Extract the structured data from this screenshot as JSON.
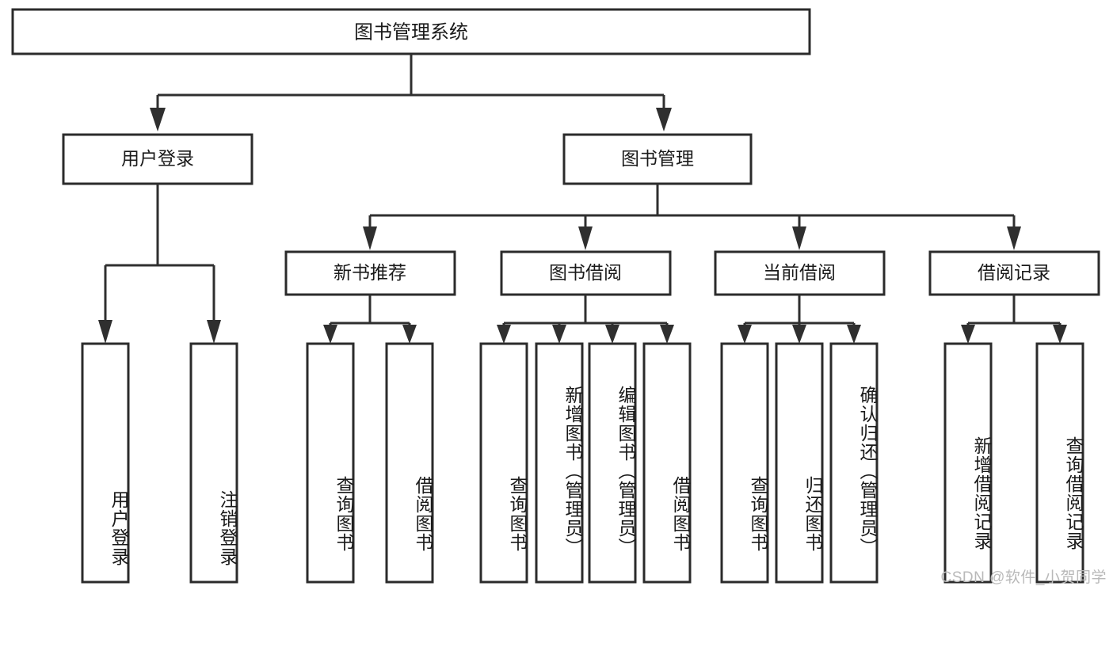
{
  "diagram": {
    "type": "tree",
    "orientation": "top-down",
    "title": "图书管理系统",
    "root": {
      "id": "root",
      "label": "图书管理系统",
      "level": 0
    },
    "level1": [
      {
        "id": "user-login",
        "label": "用户登录"
      },
      {
        "id": "book-manage",
        "label": "图书管理"
      }
    ],
    "level2": [
      {
        "id": "new-book-recommend",
        "label": "新书推荐",
        "parent": "book-manage"
      },
      {
        "id": "book-borrow",
        "label": "图书借阅",
        "parent": "book-manage"
      },
      {
        "id": "current-borrow",
        "label": "当前借阅",
        "parent": "book-manage"
      },
      {
        "id": "borrow-record",
        "label": "借阅记录",
        "parent": "book-manage"
      }
    ],
    "leaves": {
      "user-login": [
        {
          "id": "leaf-user-login",
          "label": "用户登录"
        },
        {
          "id": "leaf-user-logout",
          "label": "注销登录"
        }
      ],
      "new-book-recommend": [
        {
          "id": "leaf-query-book-1",
          "label": "查询图书"
        },
        {
          "id": "leaf-borrow-book-1",
          "label": "借阅图书"
        }
      ],
      "book-borrow": [
        {
          "id": "leaf-query-book-2",
          "label": "查询图书"
        },
        {
          "id": "leaf-add-book",
          "label": "新增图书（管理员）"
        },
        {
          "id": "leaf-edit-book",
          "label": "编辑图书（管理员）"
        },
        {
          "id": "leaf-borrow-book-2",
          "label": "借阅图书"
        }
      ],
      "current-borrow": [
        {
          "id": "leaf-query-book-3",
          "label": "查询图书"
        },
        {
          "id": "leaf-return-book",
          "label": "归还图书"
        },
        {
          "id": "leaf-confirm-return",
          "label": "确认归还（管理员）"
        }
      ],
      "borrow-record": [
        {
          "id": "leaf-add-borrow-record",
          "label": "新增借阅记录"
        },
        {
          "id": "leaf-query-borrow-record",
          "label": "查询借阅记录"
        }
      ]
    }
  },
  "watermark": {
    "text": "CSDN @软件_小贺同学"
  },
  "colors": {
    "box_stroke": "#2b2b2b",
    "connector": "#2f2f2f",
    "text": "#1a1a1a",
    "background": "#ffffff",
    "watermark": "#b9b9b9"
  }
}
